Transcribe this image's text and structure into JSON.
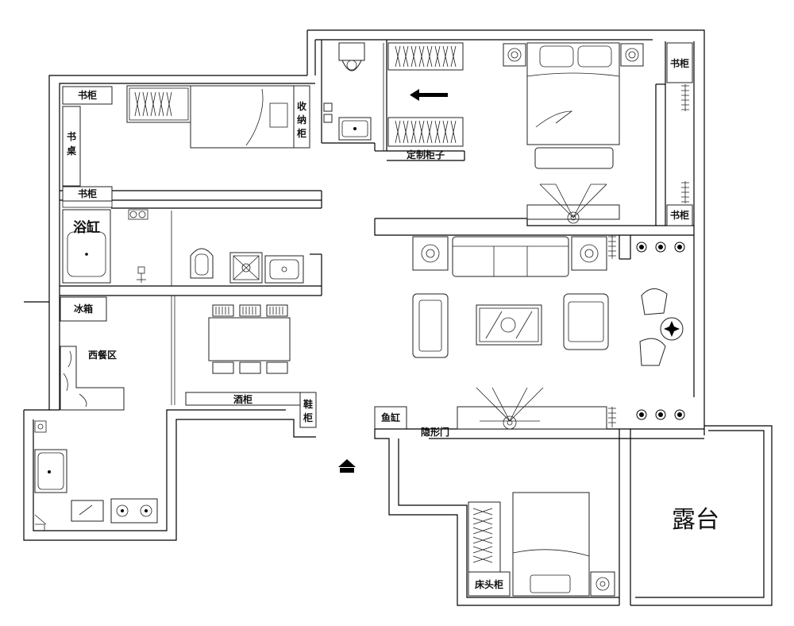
{
  "labels": {
    "bookcase_top": "书柜",
    "desk": "书桌",
    "bookcase_mid": "书柜",
    "storage_cabinet": "收纳柜",
    "custom_cabinet": "定制柜子",
    "bookcase_master_top": "书柜",
    "bookcase_master_bottom": "书柜",
    "bathtub": "浴缸",
    "fridge": "冰箱",
    "western_dining": "西餐区",
    "wine_cabinet": "酒柜",
    "shoe_cabinet": "鞋柜",
    "fish_tank": "鱼缸",
    "hidden_door": "隐形门",
    "nightstand": "床头柜",
    "terrace": "露台"
  },
  "icons": {
    "entrance": "entrance-arrow-icon",
    "wardrobe_arrow": "arrow-left-icon"
  },
  "colors": {
    "line": "#000000",
    "background": "#ffffff"
  }
}
